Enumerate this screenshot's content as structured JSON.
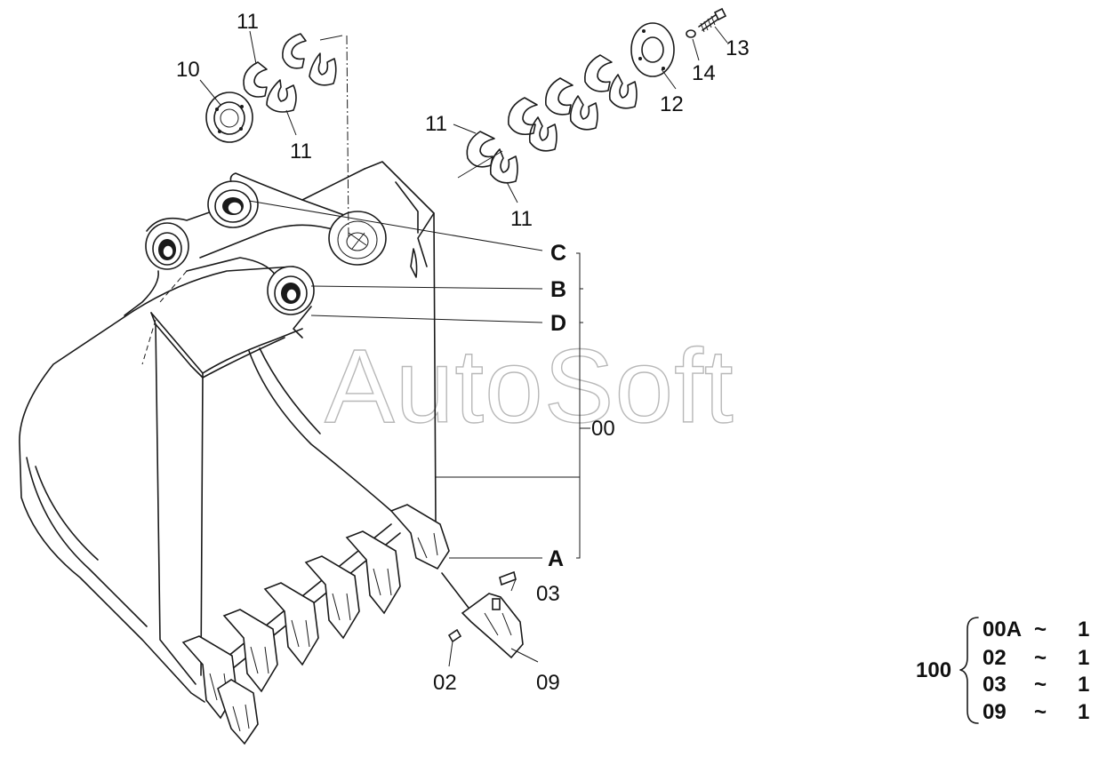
{
  "watermark": "AutoSoft",
  "callouts": {
    "n10": "10",
    "n11a": "11",
    "n11b": "11",
    "n11c": "11",
    "n11d": "11",
    "n12": "12",
    "n13": "13",
    "n14": "14",
    "n02": "02",
    "n03": "03",
    "n09": "09",
    "n00": "00",
    "A": "A",
    "B": "B",
    "C": "C",
    "D": "D"
  },
  "kit": {
    "assembly": "100",
    "rows": [
      {
        "part": "00A",
        "tilde": "~",
        "qty": "1"
      },
      {
        "part": "02",
        "tilde": "~",
        "qty": "1"
      },
      {
        "part": "03",
        "tilde": "~",
        "qty": "1"
      },
      {
        "part": "09",
        "tilde": "~",
        "qty": "1"
      }
    ]
  }
}
